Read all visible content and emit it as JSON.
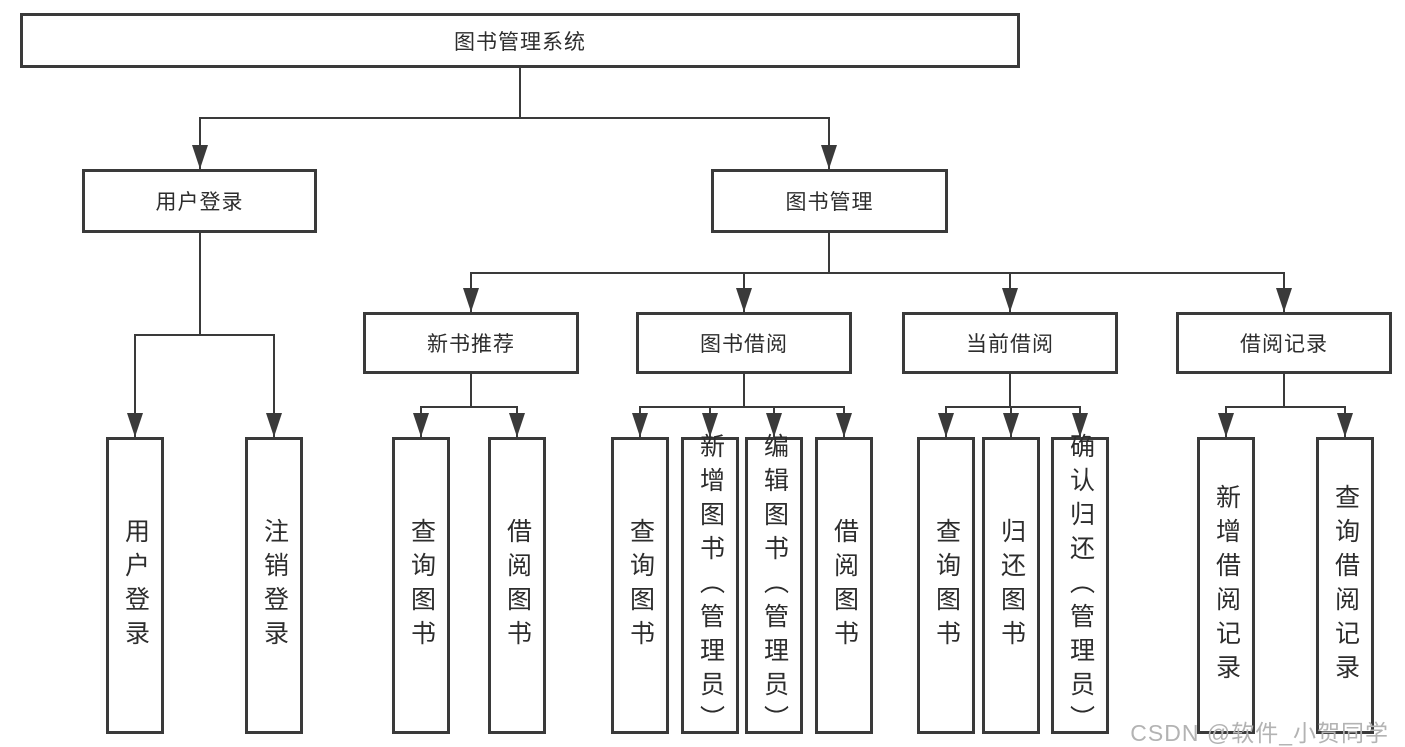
{
  "diagram": {
    "root": {
      "label": "图书管理系统"
    },
    "level2": [
      {
        "label": "用户登录"
      },
      {
        "label": "图书管理"
      }
    ],
    "level3": [
      {
        "label": "新书推荐"
      },
      {
        "label": "图书借阅"
      },
      {
        "label": "当前借阅"
      },
      {
        "label": "借阅记录"
      }
    ],
    "leaves": [
      {
        "label": "用户登录"
      },
      {
        "label": "注销登录"
      },
      {
        "label": "查询图书"
      },
      {
        "label": "借阅图书"
      },
      {
        "label": "查询图书"
      },
      {
        "label": "新增图书（管理员）"
      },
      {
        "label": "编辑图书（管理员）"
      },
      {
        "label": "借阅图书"
      },
      {
        "label": "查询图书"
      },
      {
        "label": "归还图书"
      },
      {
        "label": "确认归还（管理员）"
      },
      {
        "label": "新增借阅记录"
      },
      {
        "label": "查询借阅记录"
      }
    ],
    "watermark": "CSDN @软件_小贺同学",
    "colors": {
      "line": "#3a3a3a",
      "text": "#2d2d2d",
      "watermark": "#b3b3b3",
      "background": "#ffffff"
    }
  }
}
